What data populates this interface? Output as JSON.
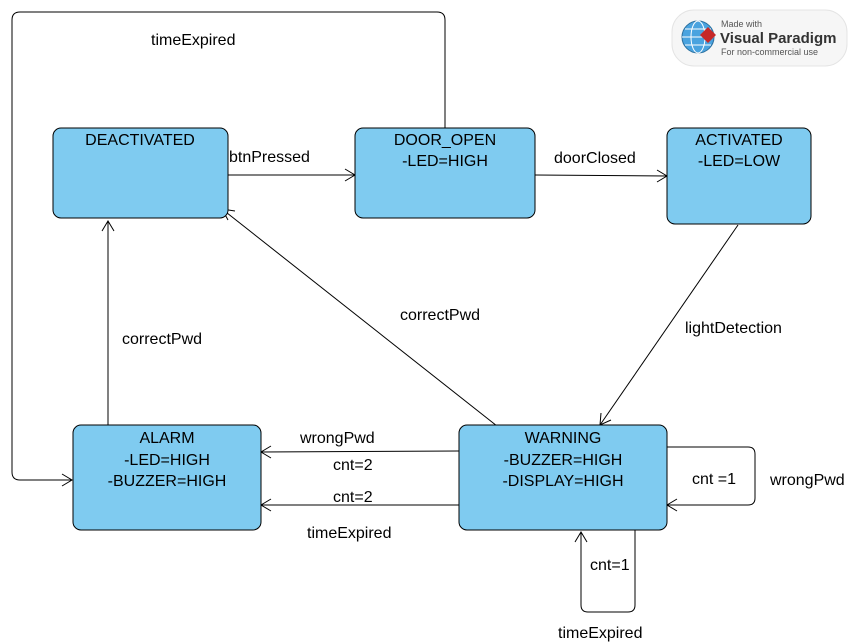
{
  "states": {
    "deactivated": {
      "name": "DEACTIVATED",
      "action": ""
    },
    "door_open": {
      "name": "DOOR_OPEN",
      "action": "-LED=HIGH"
    },
    "activated": {
      "name": "ACTIVATED",
      "action": "-LED=LOW"
    },
    "alarm": {
      "name": "ALARM",
      "action1": "-LED=HIGH",
      "action2": "-BUZZER=HIGH"
    },
    "warning": {
      "name": "WARNING",
      "action1": "-BUZZER=HIGH",
      "action2": "-DISPLAY=HIGH"
    }
  },
  "transitions": {
    "door_open_to_alarm": "timeExpired",
    "deactivated_to_door_open": "btnPressed",
    "door_open_to_activated": "doorClosed",
    "warning_to_deactivated": "correctPwd",
    "alarm_to_deactivated": "correctPwd",
    "activated_to_warning": "lightDetection",
    "warning_to_alarm_wrong": "wrongPwd",
    "warning_to_alarm_wrong_guard": "cnt=2",
    "warning_to_alarm_time_guard": "cnt=2",
    "warning_to_alarm_time": "timeExpired",
    "warning_self_wrong": "wrongPwd",
    "warning_self_wrong_guard": "cnt =1",
    "warning_self_time_guard": "cnt=1",
    "warning_self_time": "timeExpired"
  },
  "watermark": {
    "made_with": "Made with",
    "product": "Visual Paradigm",
    "note": "For non-commercial use"
  },
  "colors": {
    "state_fill": "#7fcbf0",
    "line": "#000000"
  }
}
